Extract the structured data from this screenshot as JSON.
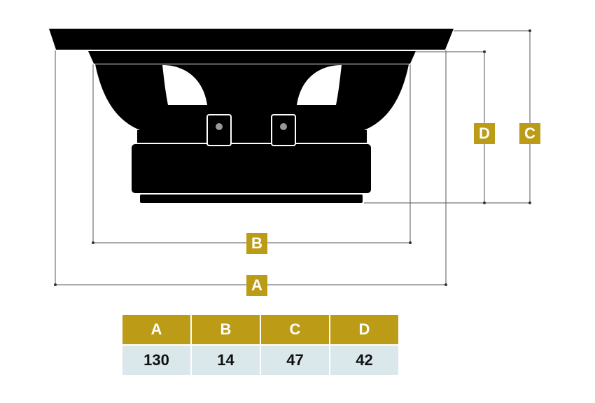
{
  "colors": {
    "accent": "#BC9B17",
    "accent_text": "#ffffff",
    "speaker": "#000000",
    "dimension_line": "#555555",
    "value_cell": "#DAE7EB",
    "value_text": "#111111"
  },
  "dimension_labels": {
    "A": "A",
    "B": "B",
    "C": "C",
    "D": "D"
  },
  "table": {
    "headers": [
      "A",
      "B",
      "C",
      "D"
    ],
    "values": [
      "130",
      "14",
      "47",
      "42"
    ]
  }
}
